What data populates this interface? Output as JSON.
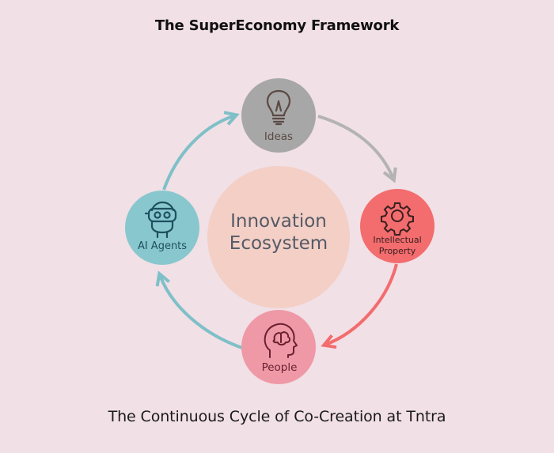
{
  "title": "The SuperEconomy Framework",
  "caption": "The Continuous Cycle of Co-Creation at Tntra",
  "center": {
    "line1": "Innovation",
    "line2": "Ecosystem",
    "color": "#f3cfc6",
    "text_color": "#555a66"
  },
  "nodes": {
    "ideas": {
      "label": "Ideas",
      "icon": "lightbulb-icon",
      "color": "#a7a7a7",
      "text_color": "#5b4a44"
    },
    "ip": {
      "line1": "Intellectual",
      "line2": "Property",
      "icon": "gear-icon",
      "color": "#f36c6e",
      "text_color": "#3a2020"
    },
    "people": {
      "label": "People",
      "icon": "head-brain-icon",
      "color": "#ef99a6",
      "text_color": "#6a2030"
    },
    "agents": {
      "label": "AI Agents",
      "icon": "robot-icon",
      "color": "#88c7cd",
      "text_color": "#1e4f60"
    }
  },
  "arrows": {
    "ideas_to_ip": "#b3b3b3",
    "ip_to_people": "#f36c6e",
    "people_to_agents": "#7fc0c8",
    "agents_to_ideas": "#7fc0c8"
  }
}
